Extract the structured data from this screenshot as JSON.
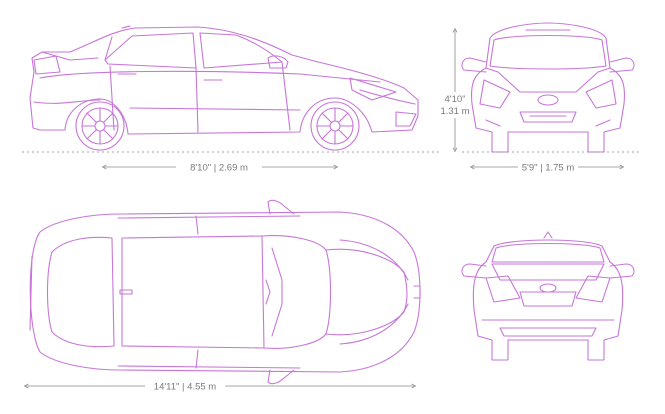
{
  "colors": {
    "outline": "#c776d8",
    "dimension": "#8a8a8a",
    "background": "#ffffff"
  },
  "dimensions": {
    "wheelbase": "8'10\" | 2.69 m",
    "height_imperial": "4'10\"",
    "height_metric": "1.31 m",
    "width": "5'9\" | 1.75 m",
    "length": "14'11\" | 4.55 m"
  }
}
